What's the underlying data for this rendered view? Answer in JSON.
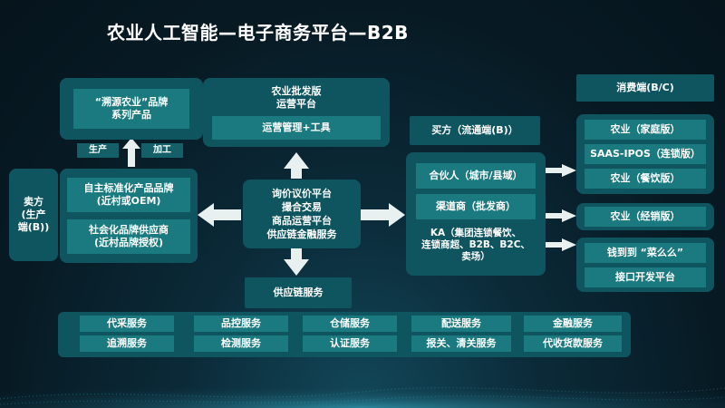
{
  "title": "农业人工智能—电子商务平台—B2B",
  "seller_side": {
    "seller_label": "卖方\n(生产\n端(B))",
    "brand_source": "“溯源农业”品牌\n系列产品",
    "produce": "生产",
    "process": "加工",
    "own_brand": "自主标准化产品品牌\n(近村或OEM)",
    "social_brand": "社会化品牌供应商\n(近村品牌授权)"
  },
  "platform": {
    "wholesale_title": "农业批发版\n运营平台",
    "ops_tools": "运营管理+工具",
    "core": "询价议价平台\n撮合交易\n商品运营平台\n供应链金融服务",
    "supply_chain": "供应链服务"
  },
  "buyer_side": {
    "buyer_label": "买方（流通端(B)）",
    "partner": "合伙人（城市/县域）",
    "channel": "渠道商（批发商）",
    "ka": "KA（集团连锁餐饮、\n连锁商超、B2B、B2C、\n卖场）"
  },
  "consumer_side": {
    "consumer_label": "消费端(B/C)",
    "home": "农业（家庭版）",
    "saas": "SAAS-IPOS（连锁版）",
    "catering": "农业（餐饮版）",
    "distribution": "农业（经销版）",
    "qiandaodao": "钱到到 “菜么么”",
    "api": "接口开发平台"
  },
  "services": [
    {
      "top": "代采服务",
      "bottom": "追溯服务"
    },
    {
      "top": "品控服务",
      "bottom": "检测服务"
    },
    {
      "top": "仓储服务",
      "bottom": "认证服务"
    },
    {
      "top": "配送服务",
      "bottom": "报关、清关服务"
    },
    {
      "top": "金融服务",
      "bottom": "代收货款服务"
    }
  ],
  "colors": {
    "background": "#071a24",
    "outer": "#0f5560",
    "inner": "#1a7a80",
    "arrow": "#e8f0f0"
  }
}
